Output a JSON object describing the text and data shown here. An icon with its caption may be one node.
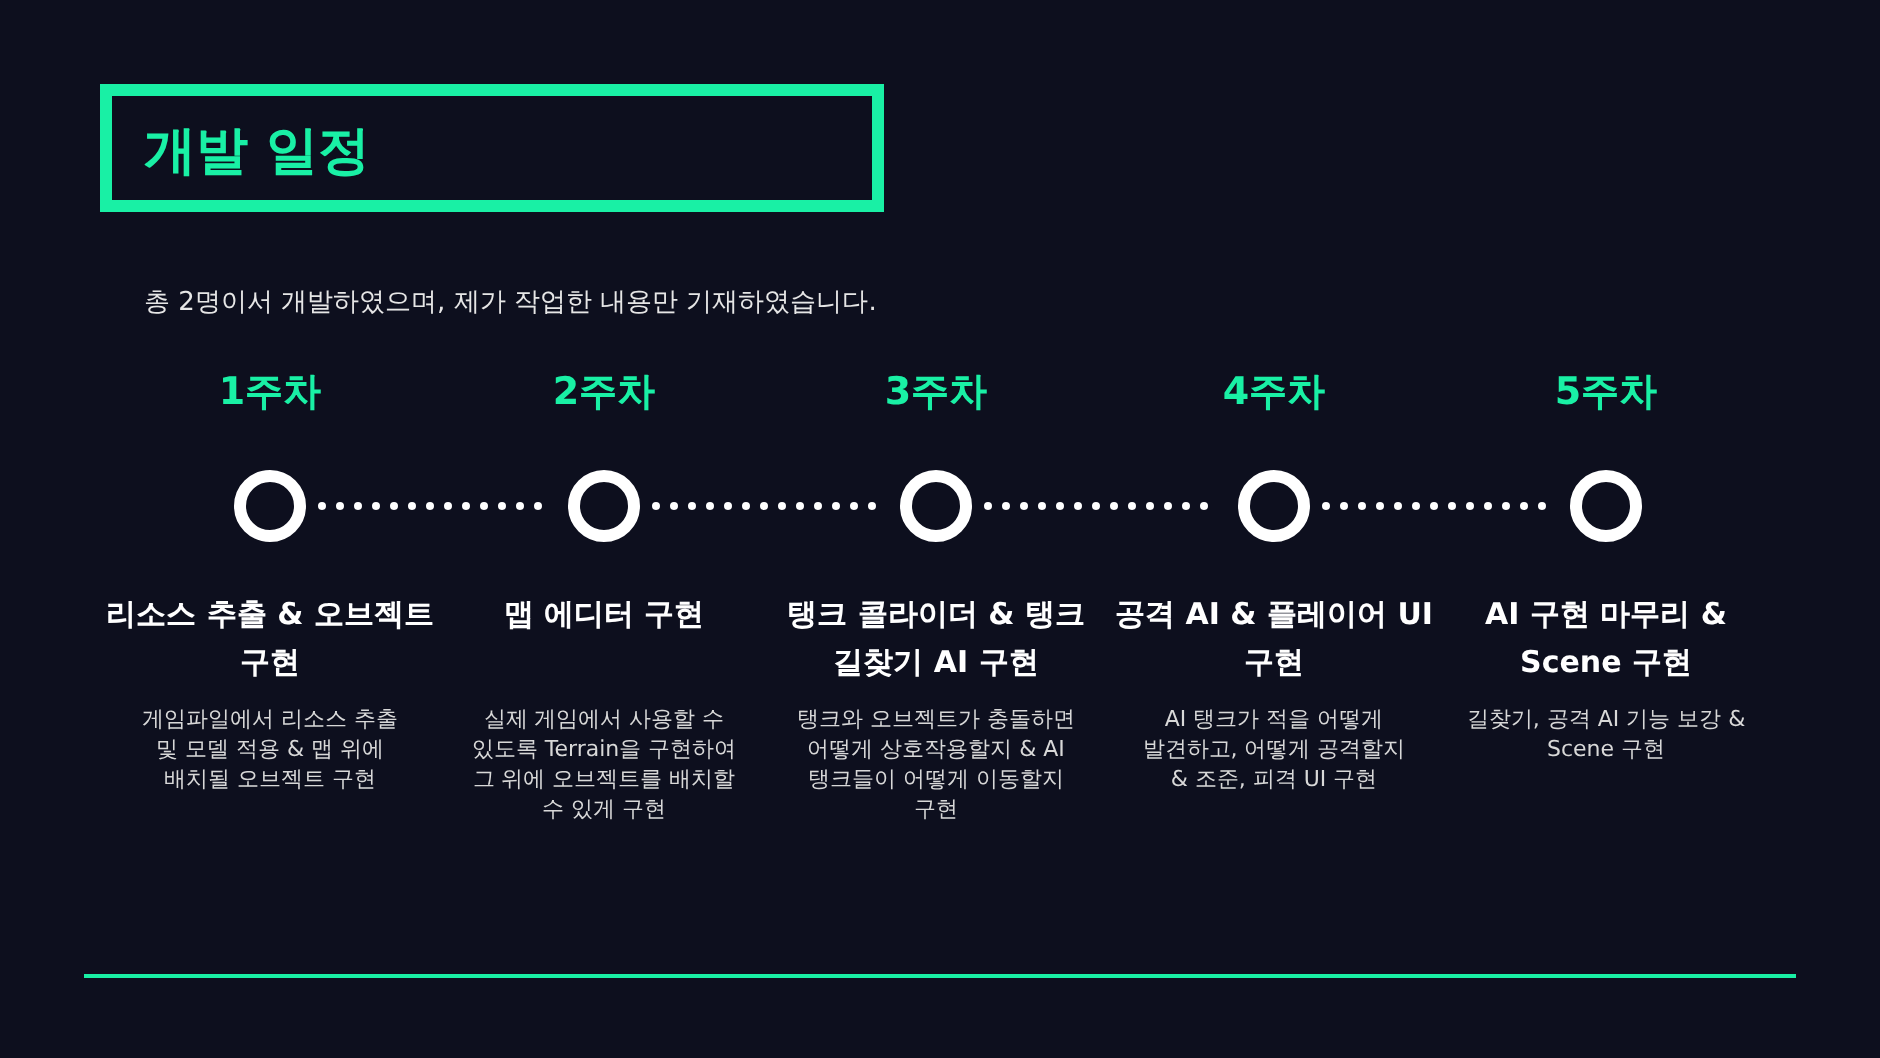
{
  "diagram": {
    "title": "개발 일정",
    "nodes": [
      {
        "text": [],
        "shape": "circle",
        "beside": [
          "1주차",
          "리소스 추출 & 오브젝트 구현",
          "게임파일에서 리소스 추출 및 모델 적용 & 맵 위에 배치될 오브젝트 구현"
        ]
      },
      {
        "text": [],
        "shape": "circle",
        "beside": [
          "2주차",
          "맵 에디터 구현",
          "실제 게임에서 사용할 수 있도록 Terrain을 구현하여 그 위에 오브젝트를 배치할 수 있게 구현"
        ]
      },
      {
        "text": [],
        "shape": "circle",
        "beside": [
          "3주차",
          "탱크 콜라이더 & 탱크 길찾기 AI 구현",
          "탱크와 오브젝트가 충돌하면 어떻게 상호작용할지 & AI 탱크들이 어떻게 이동할지 구현"
        ]
      },
      {
        "text": [],
        "shape": "circle",
        "beside": [
          "4주차",
          "공격 AI & 플레이어 UI 구현",
          "AI 탱크가 적을 어떻게 발견하고, 어떻게 공격할지 & 조준, 피격 UI 구현"
        ]
      },
      {
        "text": [],
        "shape": "circle",
        "beside": [
          "5주차",
          "AI 구현 마무리 & Scene 구현",
          "길찾기, 공격 AI 기능 보강 & Scene 구현"
        ]
      }
    ],
    "edges": [
      {
        "from": 0,
        "to": 1,
        "arrow": "none",
        "style": "dashed"
      },
      {
        "from": 1,
        "to": 2,
        "arrow": "none",
        "style": "dashed"
      },
      {
        "from": 2,
        "to": 3,
        "arrow": "none",
        "style": "dashed"
      },
      {
        "from": 3,
        "to": 4,
        "arrow": "none",
        "style": "dashed"
      }
    ],
    "labels": [
      "총 2명이서 개발하였으며, 제가 작업한 내용만 기재하였습니다."
    ]
  }
}
